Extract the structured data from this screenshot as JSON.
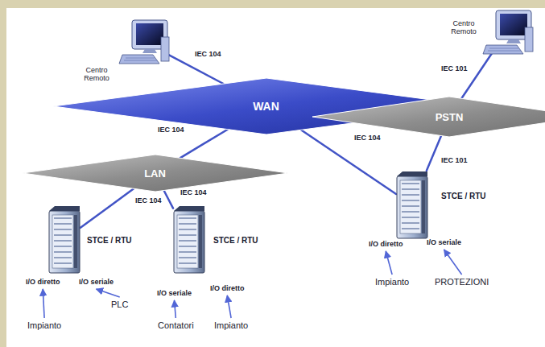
{
  "diagram": {
    "nodes": [
      {
        "text": [
          "Centro Remoto"
        ]
      },
      {
        "text": [
          "Centro Remoto"
        ]
      },
      {
        "text": [
          "WAN"
        ]
      },
      {
        "text": [
          "PSTN"
        ]
      },
      {
        "text": [
          "LAN"
        ]
      },
      {
        "text": [
          "STCE / RTU",
          "I/O diretto",
          "I/O seriale"
        ]
      },
      {
        "text": [
          "STCE / RTU",
          "I/O seriale",
          "I/O diretto"
        ]
      },
      {
        "text": [
          "STCE / RTU",
          "I/O diretto",
          "I/O seriale"
        ]
      }
    ],
    "edges": [
      {
        "from": 0,
        "to": 2,
        "label": "IEC 104",
        "arrow": "none"
      },
      {
        "from": 2,
        "to": 4,
        "label": "IEC 104",
        "arrow": "none"
      },
      {
        "from": 2,
        "to": 7,
        "label": "IEC 104",
        "arrow": "none"
      },
      {
        "from": 1,
        "to": 3,
        "label": "IEC 101",
        "arrow": "none"
      },
      {
        "from": 3,
        "to": 7,
        "label": "IEC 101",
        "arrow": "none"
      },
      {
        "from": 4,
        "to": 5,
        "label": "IEC 104",
        "arrow": "none"
      },
      {
        "from": 4,
        "to": 6,
        "label": "IEC 104",
        "arrow": "none"
      }
    ],
    "labels": [
      "Impianto",
      "PLC",
      "Contatori",
      "Impianto",
      "Impianto",
      "PROTEZIONI"
    ]
  }
}
